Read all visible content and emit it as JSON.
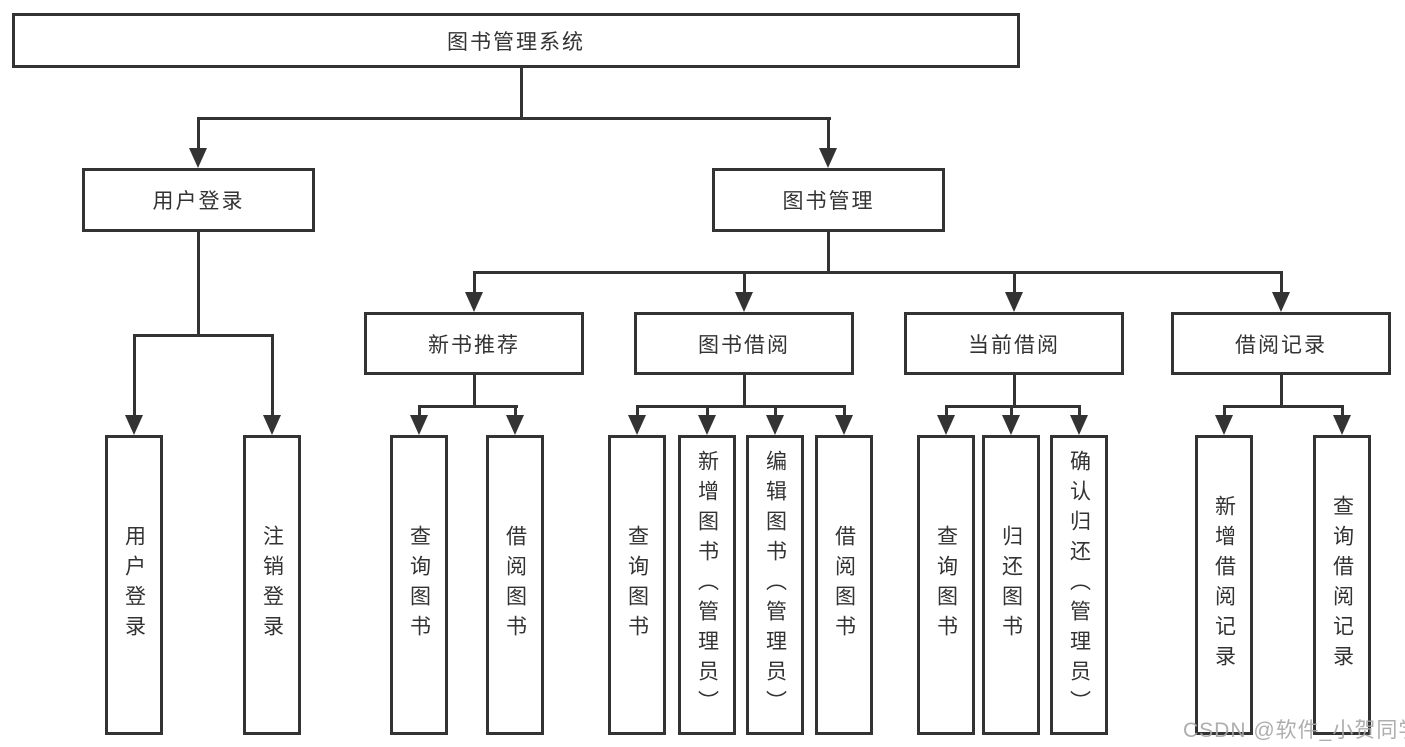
{
  "page": {
    "background": "#ffffff",
    "line_color": "#333333",
    "box_border_color": "#333333",
    "text_color": "#333333",
    "watermark_color": "#a8a8a8"
  },
  "nodes": {
    "root": "图书管理系统",
    "user_login_branch": "用户登录",
    "book_mgmt_branch": "图书管理",
    "new_books": "新书推荐",
    "book_borrowing": "图书借阅",
    "current_borrowing": "当前借阅",
    "borrowing_records": "借阅记录",
    "leaf_user_login": "用户登录",
    "leaf_logout": "注销登录",
    "leaf_nb_query": "查询图书",
    "leaf_nb_borrow": "借阅图书",
    "leaf_bb_query": "查询图书",
    "leaf_bb_add": "新增图书（管理员）",
    "leaf_bb_edit": "编辑图书（管理员）",
    "leaf_bb_borrow": "借阅图书",
    "leaf_cb_query": "查询图书",
    "leaf_cb_return": "归还图书",
    "leaf_cb_confirm": "确认归还（管理员）",
    "leaf_br_add": "新增借阅记录",
    "leaf_br_query": "查询借阅记录"
  },
  "watermark": "CSDN @软件_小贺同学"
}
